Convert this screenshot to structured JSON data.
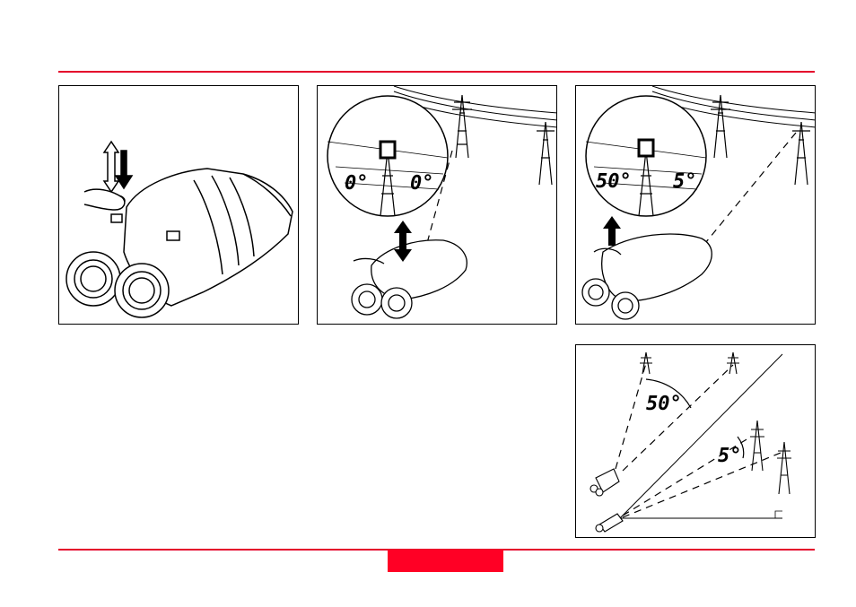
{
  "page": {
    "accent_color": "#e4002b",
    "tab_color": "#ff0025"
  },
  "panels": {
    "step2": {
      "left_readout": "0°",
      "right_readout": "0°"
    },
    "step3": {
      "left_readout": "50°",
      "right_readout": "5°"
    },
    "diagram": {
      "angle_large": "50°",
      "angle_small": "5°"
    }
  },
  "icons": [
    "press-arrow-icon",
    "binocular-illustration",
    "power-pylon-icon",
    "target-reticle-icon",
    "right-angle-marker"
  ]
}
